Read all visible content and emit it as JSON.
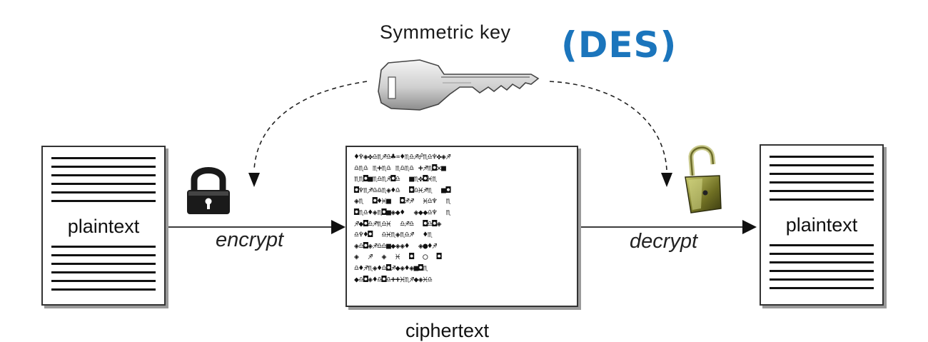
{
  "header": {
    "symmetric_key_label": "Symmetric key",
    "algorithm_label": "(DES)"
  },
  "left_document": {
    "label": "plaintext"
  },
  "right_document": {
    "label": "plaintext"
  },
  "arrows": {
    "encrypt_label": "encrypt",
    "decrypt_label": "decrypt"
  },
  "ciphertext": {
    "label": "ciphertext",
    "glyph_lines": [
      "♦♆◈✤♎♏♐♎♣♒♦♏♎♐☍♏♎♆✤◈♐",
      "♎♏♎ ♏+♏♎ ♏♎♏♎ +♐♏◘✕■",
      "♏♏◘■♏♎♏♐◘♎  ■♏✤◘♓♏",
      "◘♆♏♐♎♎♏◈♦♎  ◘♎♓♐♏  ■◘",
      "◈♏  ◘♦♓■  ◘♐♐  ♓♎♆  ♏",
      "◘♏♎♦◈♏◘■◈◆♦  ◈◆◆♎♆  ♏",
      "♐◆◘♎♐♏♎♓  ♎♐♎  ◘♎◘◈",
      "♎♆♦◘  ♎♓♏◈♏♎♐  ♦♏",
      "◈♎◘◈♐♎♎■◆◈◈♦  ◈●♦♐",
      "◈  ♐  ◈  ♓  ◘  ◯  ◘",
      "♎♦♐♏◈♦♎◘♐◆◈♦◈■◘♏",
      "◆♎◘◈♦♎◘♎++♓♏♐◆◈♓♎"
    ]
  },
  "icons": {
    "key": "key-icon",
    "locked": "padlock-closed-icon",
    "unlocked": "padlock-open-icon"
  },
  "colors": {
    "accent": "#1b75bc",
    "lock_closed": "#1a1a1a",
    "lock_open_body": "#7a7a2a"
  }
}
